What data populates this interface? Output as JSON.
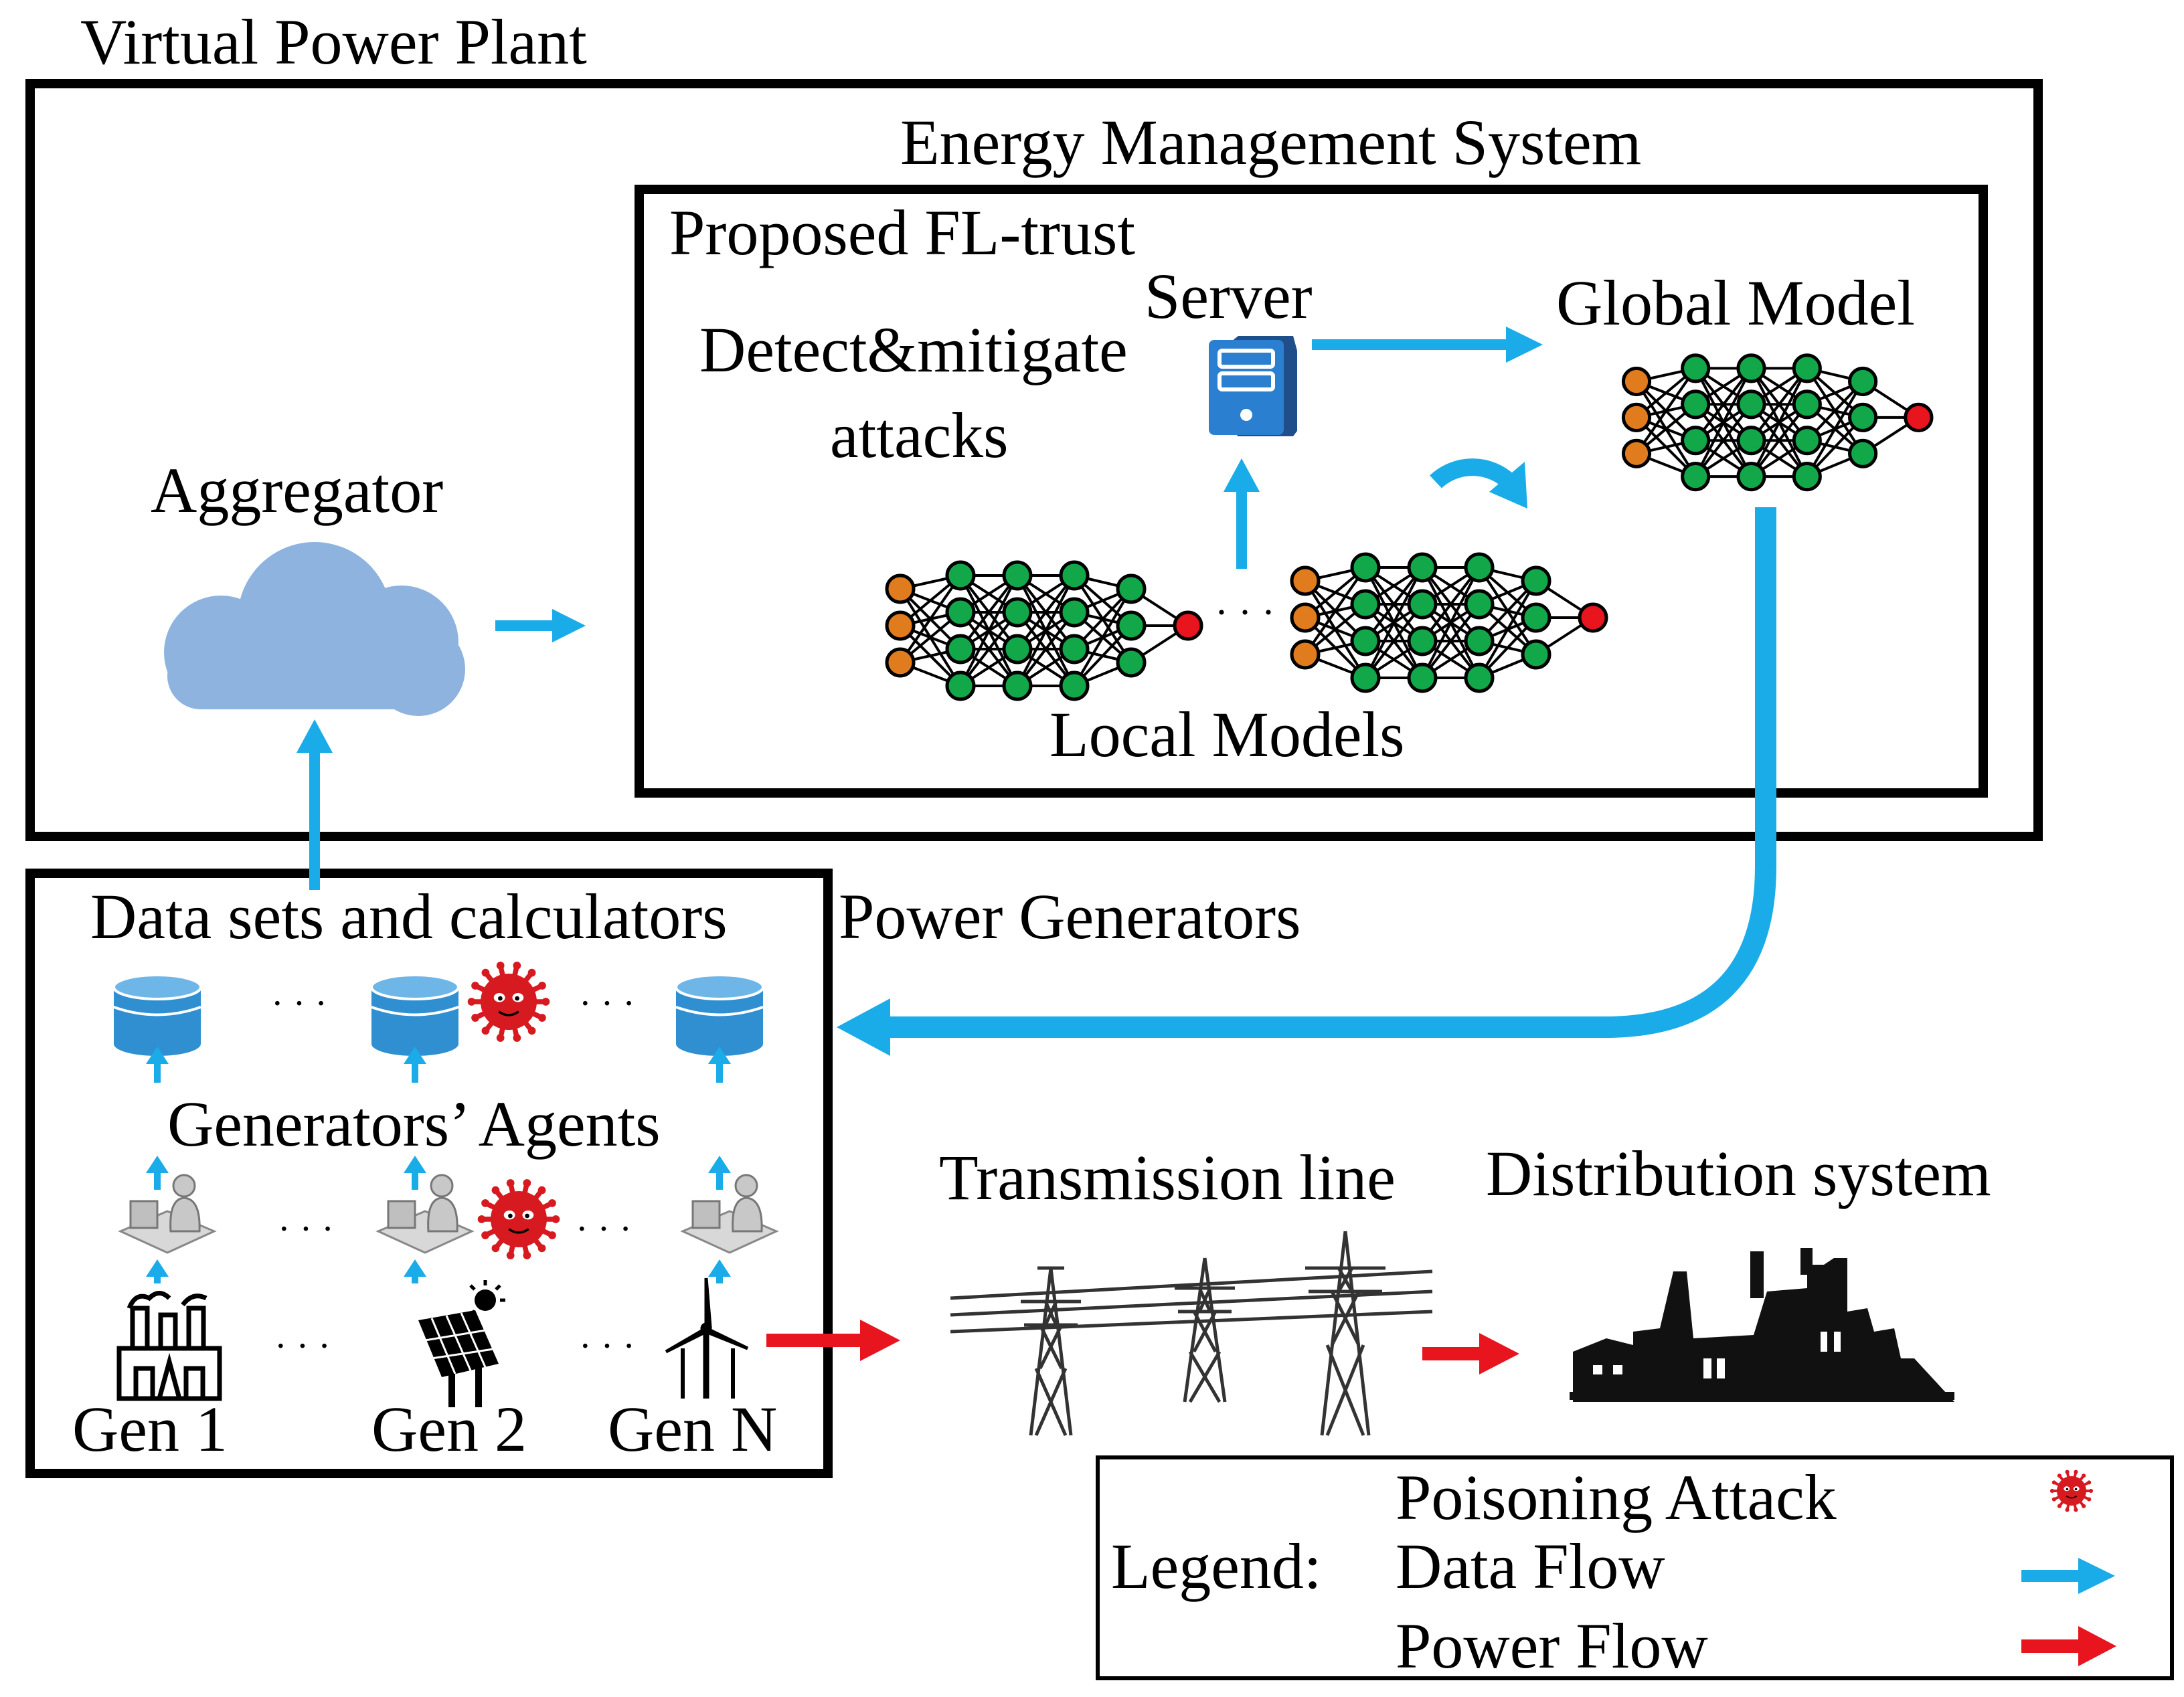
{
  "colors": {
    "data_flow": "#19ace8",
    "power_flow": "#e8141e",
    "cloud": "#8db3de",
    "db": "#2f8fd0",
    "input_node": "#e07c1e",
    "hidden_node": "#12a84a",
    "output_node": "#e8141e",
    "virus": "#d71920",
    "frame": "#000000"
  },
  "vpp": {
    "title": "Virtual Power Plant"
  },
  "ems": {
    "title": "Energy Management System"
  },
  "fl": {
    "title": "Proposed FL-trust",
    "server_label": "Server",
    "detect_line1": "Detect&mitigate",
    "detect_line2": "attacks",
    "global_label": "Global Model",
    "local_label": "Local Models",
    "ellipsis": "· · ·"
  },
  "aggregator": {
    "label": "Aggregator"
  },
  "generators_box": {
    "datasets_label": "Data sets and calculators",
    "agents_label": "Generators’ Agents",
    "gens": [
      "Gen 1",
      "Gen 2",
      "Gen N"
    ],
    "ellipsis": "· · ·"
  },
  "power_generators": {
    "label": "Power Generators"
  },
  "transmission": {
    "label": "Transmission line"
  },
  "distribution": {
    "label": "Distribution system"
  },
  "legend": {
    "title": "Legend:",
    "items": [
      "Poisoning Attack",
      "Data Flow",
      "Power Flow"
    ]
  }
}
